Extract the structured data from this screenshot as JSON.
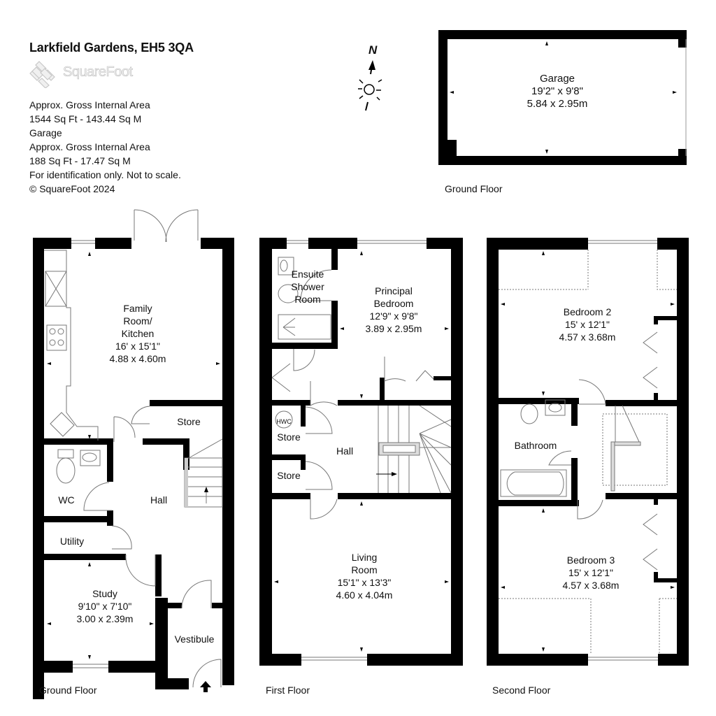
{
  "header": {
    "title": "Larkfield Gardens, EH5 3QA",
    "logo_text": "SquareFoot",
    "info_lines": [
      "Approx. Gross Internal Area",
      "1544 Sq Ft  -  143.44 Sq M",
      "Garage",
      "Approx. Gross Internal Area",
      "188 Sq Ft  -  17.47 Sq M",
      "For identification only. Not to scale.",
      "© SquareFoot 2024"
    ]
  },
  "compass": {
    "label": "N",
    "icon": "north-arrow-sun-icon"
  },
  "garage": {
    "room": {
      "name": "Garage",
      "imperial": "19'2\" x 9'8\"",
      "metric": "5.84 x 2.95m"
    },
    "floor_label": "Ground Floor"
  },
  "ground_floor": {
    "floor_label": "Ground Floor",
    "rooms": {
      "family": {
        "line1": "Family",
        "line2": "Room/",
        "line3": "Kitchen",
        "imperial": "16' x 15'1\"",
        "metric": "4.88 x 4.60m"
      },
      "store": {
        "name": "Store"
      },
      "wc": {
        "name": "WC"
      },
      "hall": {
        "name": "Hall"
      },
      "utility": {
        "name": "Utility"
      },
      "study": {
        "name": "Study",
        "imperial": "9'10\" x 7'10\"",
        "metric": "3.00 x 2.39m"
      },
      "vestibule": {
        "name": "Vestibule"
      }
    }
  },
  "first_floor": {
    "floor_label": "First Floor",
    "rooms": {
      "ensuite": {
        "line1": "Ensuite",
        "line2": "Shower",
        "line3": "Room"
      },
      "principal": {
        "line1": "Principal",
        "line2": "Bedroom",
        "imperial": "12'9\" x 9'8\"",
        "metric": "3.89 x 2.95m"
      },
      "hwc": {
        "name": "HWC"
      },
      "store1": {
        "name": "Store"
      },
      "store2": {
        "name": "Store"
      },
      "hall": {
        "name": "Hall"
      },
      "living": {
        "line1": "Living",
        "line2": "Room",
        "imperial": "15'1\" x 13'3\"",
        "metric": "4.60 x 4.04m"
      }
    }
  },
  "second_floor": {
    "floor_label": "Second Floor",
    "rooms": {
      "bedroom2": {
        "name": "Bedroom 2",
        "imperial": "15' x 12'1\"",
        "metric": "4.57 x 3.68m"
      },
      "bathroom": {
        "name": "Bathroom"
      },
      "bedroom3": {
        "name": "Bedroom 3",
        "imperial": "15' x 12'1\"",
        "metric": "4.57 x 3.68m"
      }
    }
  }
}
